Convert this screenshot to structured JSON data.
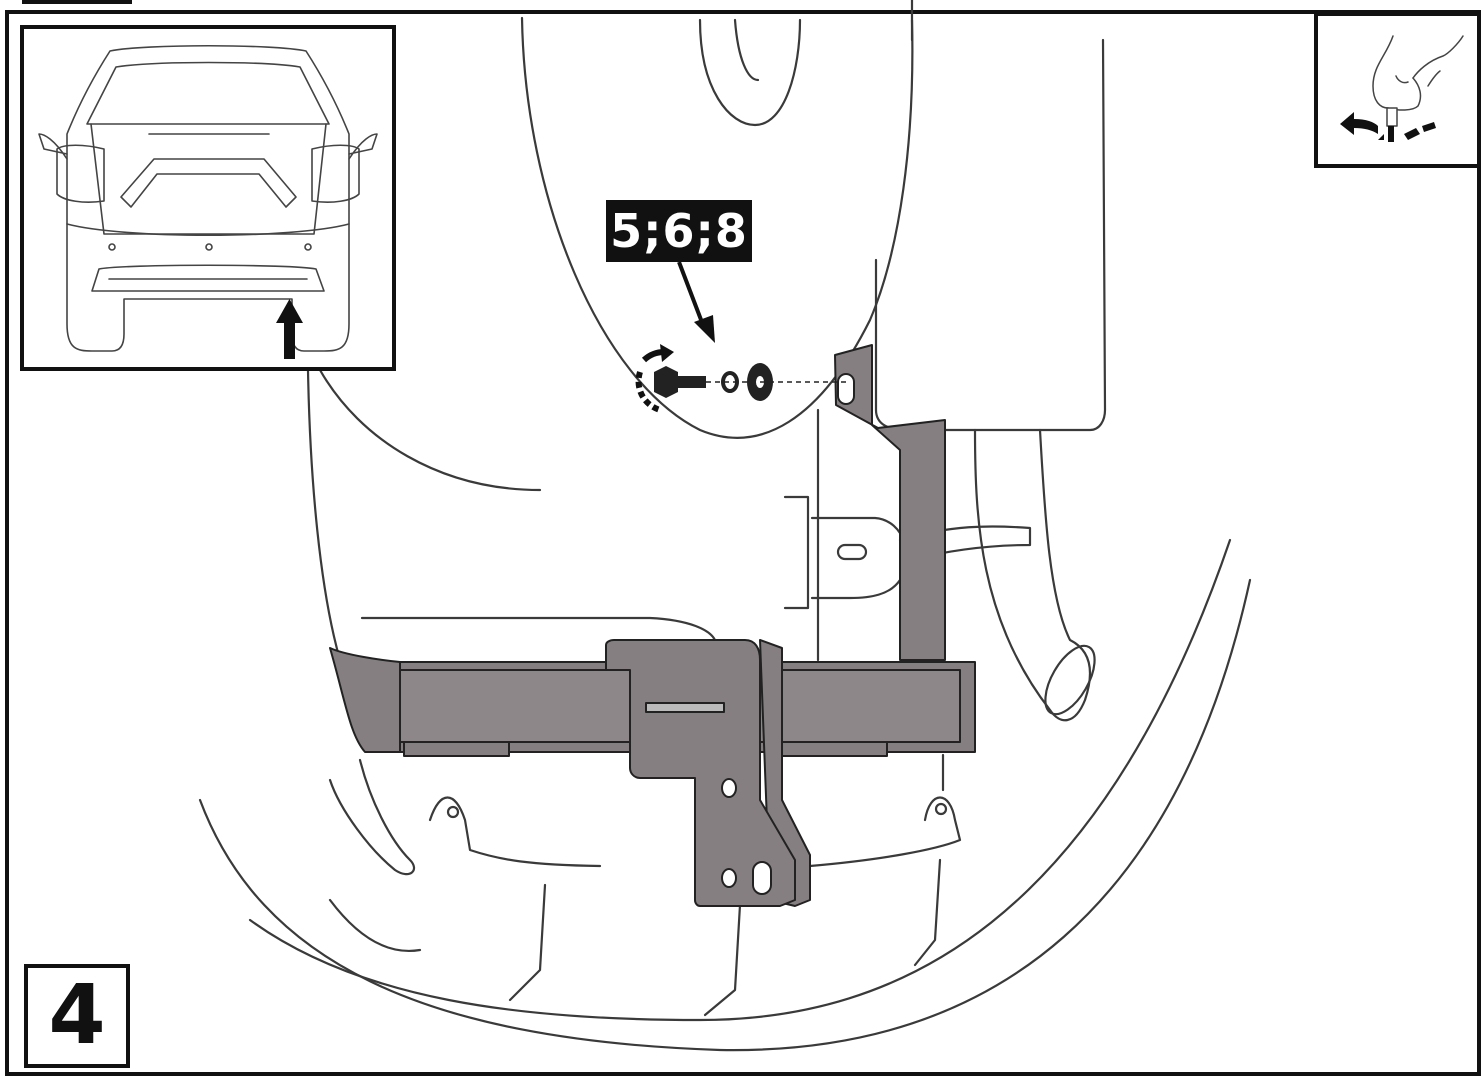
{
  "step": {
    "number": "4"
  },
  "callout": {
    "parts": "5;6;8"
  },
  "inset": {
    "view": "rear-view-car",
    "arrow": "up-arrow-icon"
  },
  "tool": {
    "icon": "hand-tighten-icon"
  },
  "colors": {
    "line": "#333333",
    "metal_fill": "#857f82",
    "label_bg": "#111111",
    "label_text": "#ffffff"
  }
}
